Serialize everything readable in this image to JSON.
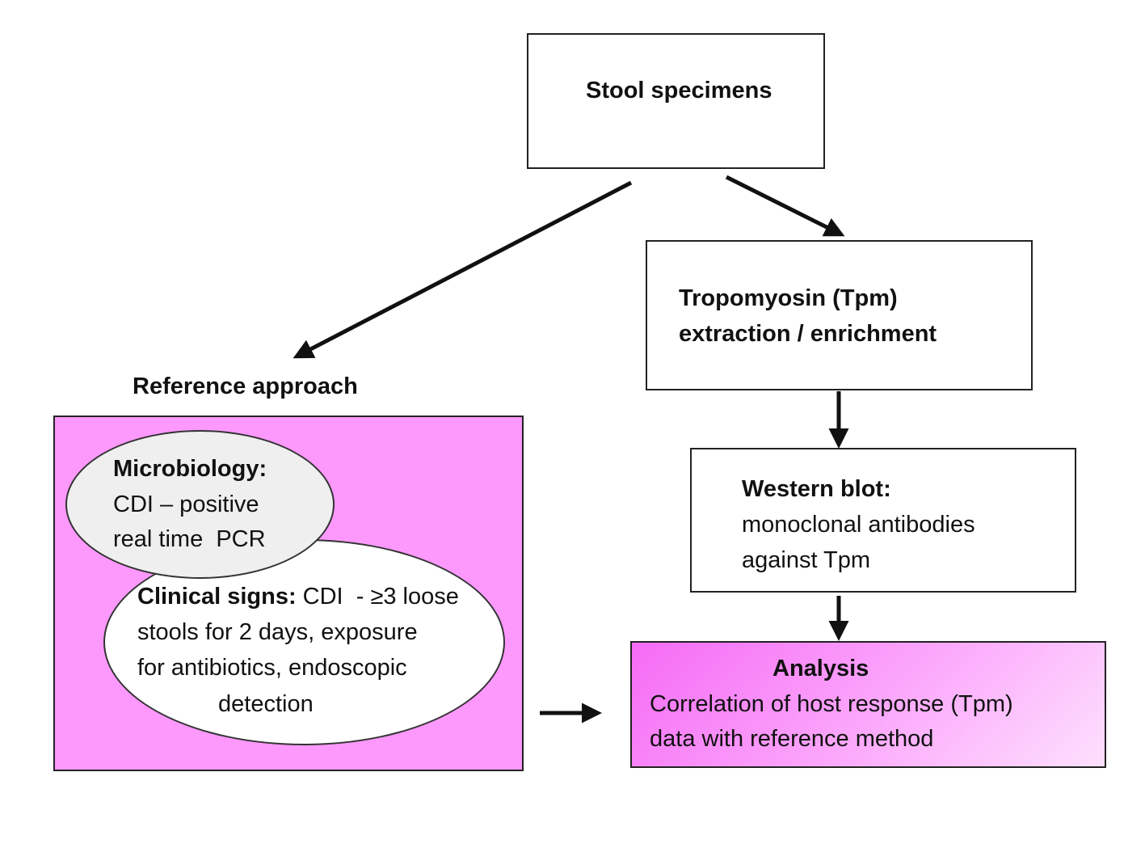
{
  "stool": {
    "title": "Stool specimens"
  },
  "tpm": {
    "line1": "Tropomyosin (Tpm)",
    "line2": "extraction / enrichment"
  },
  "western": {
    "title": "Western blot:",
    "line1": "monoclonal antibodies",
    "line2": "against Tpm"
  },
  "analysis": {
    "title": "Analysis",
    "line1": "Correlation of host response (Tpm)",
    "line2": "data with reference method"
  },
  "reference": {
    "heading": "Reference approach",
    "microbiology": {
      "title": "Microbiology:",
      "line1": "CDI – positive",
      "line2": "real time  PCR"
    },
    "clinical": {
      "title": "Clinical signs:",
      "line1_rest": " CDI  - ≥3 loose",
      "line2": "stools for 2 days, exposure",
      "line3": "for antibiotics, endoscopic",
      "line4": "detection"
    }
  },
  "colors": {
    "magenta_fill": "#fd98fd",
    "ellipse_fill": "#efefef",
    "outline": "#222222"
  }
}
